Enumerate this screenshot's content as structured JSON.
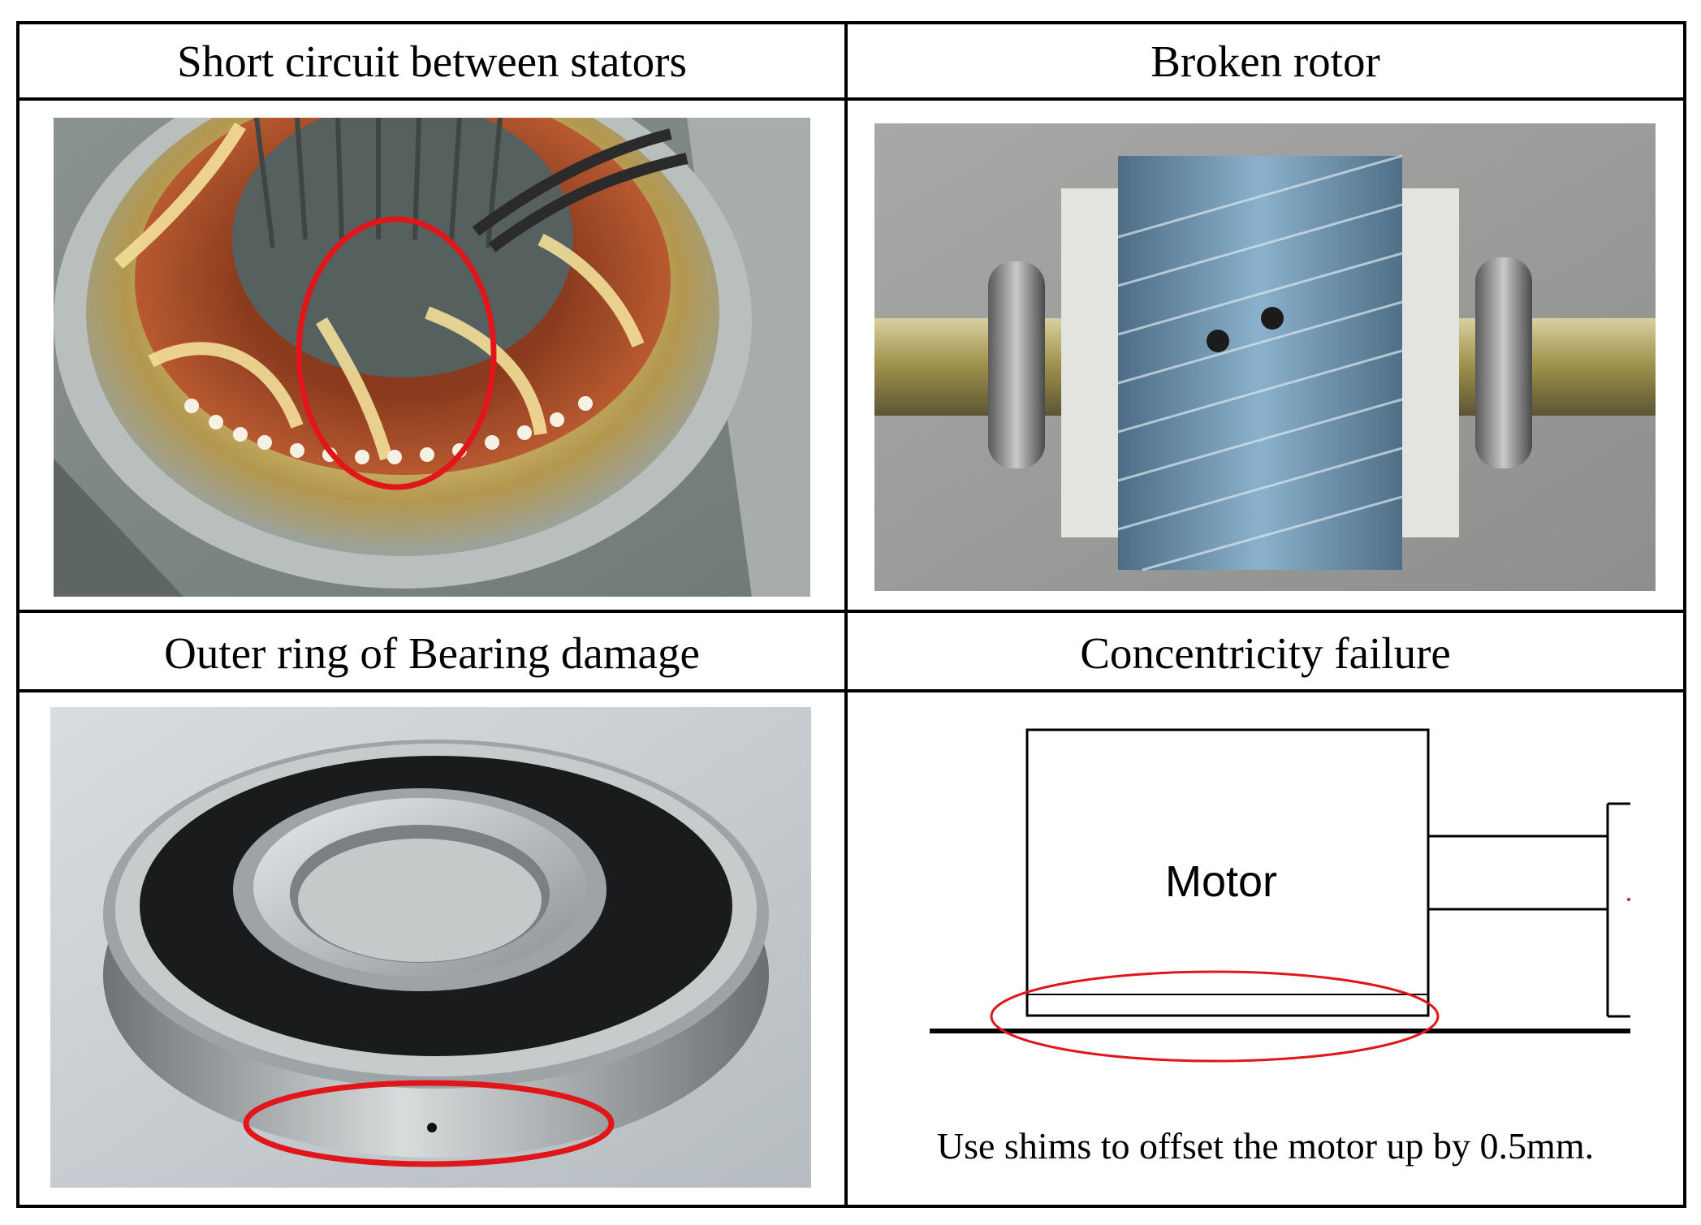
{
  "cells": [
    {
      "title": "Short circuit between stators",
      "image": "stator-winding-photo"
    },
    {
      "title": "Broken rotor",
      "image": "rotor-photo"
    },
    {
      "title": "Outer ring of Bearing damage",
      "image": "bearing-photo"
    },
    {
      "title": "Concentricity failure",
      "image": "misalignment-diagram"
    }
  ],
  "diagram": {
    "motor_label": "Motor",
    "caption": "Use shims to offset the motor up by 0.5mm."
  },
  "colors": {
    "highlight": "#e0161b",
    "border": "#000000"
  }
}
